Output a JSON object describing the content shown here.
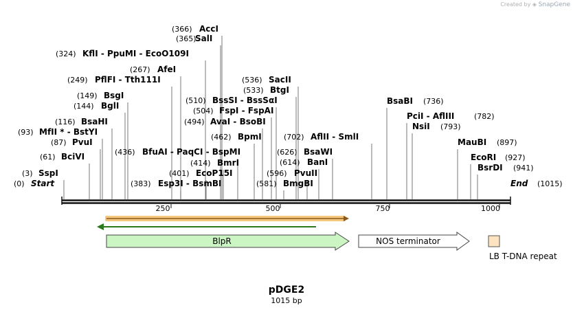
{
  "plasmid": {
    "name": "pDGE2",
    "size_label": "1015 bp"
  },
  "watermark": {
    "prefix": "Created by",
    "brand": "SnapGene"
  },
  "ends": {
    "start_pos": "(0)",
    "start_label": "Start",
    "end_label": "End",
    "end_pos": "(1015)"
  },
  "ticks": [
    "250",
    "500",
    "750",
    "1000"
  ],
  "sites": [
    {
      "pos": "(3)",
      "name": "SspI"
    },
    {
      "pos": "(61)",
      "name": "BciVI"
    },
    {
      "pos": "(87)",
      "name": "PvuI"
    },
    {
      "pos": "(93)",
      "name": "MfII * - BstYI"
    },
    {
      "pos": "(116)",
      "name": "BsaHI"
    },
    {
      "pos": "(144)",
      "name": "BglI"
    },
    {
      "pos": "(149)",
      "name": "BsgI"
    },
    {
      "pos": "(249)",
      "name": "PflFI  - Tth111I"
    },
    {
      "pos": "(267)",
      "name": "AfeI"
    },
    {
      "pos": "(324)",
      "name": "KflI  - PpuMI  - EcoO109I"
    },
    {
      "pos": "(365)",
      "name": "SalI"
    },
    {
      "pos": "(366)",
      "name": "AccI"
    },
    {
      "pos": "(383)",
      "name": "Esp3I  - BsmBI"
    },
    {
      "pos": "(401)",
      "name": "EcoP15I"
    },
    {
      "pos": "(414)",
      "name": "BmrI"
    },
    {
      "pos": "(436)",
      "name": "BfuAI  - PaqCI  - BspMI"
    },
    {
      "pos": "(462)",
      "name": "BpmI"
    },
    {
      "pos": "(494)",
      "name": "AvaI  - BsoBI"
    },
    {
      "pos": "(504)",
      "name": "FspI  - FspAI"
    },
    {
      "pos": "(510)",
      "name": "BssSI  - BssSαI"
    },
    {
      "pos": "(533)",
      "name": "BtgI"
    },
    {
      "pos": "(536)",
      "name": "SacII"
    },
    {
      "pos": "(581)",
      "name": "BmgBI"
    },
    {
      "pos": "(596)",
      "name": "PvuII"
    },
    {
      "pos": "(614)",
      "name": "BanI"
    },
    {
      "pos": "(626)",
      "name": "BsaWI"
    },
    {
      "pos": "(702)",
      "name": "AflII  - SmlI"
    },
    {
      "pos": "(736)",
      "name": "BsaBI"
    },
    {
      "pos": "(782)",
      "name": "PciI  - AflIII"
    },
    {
      "pos": "(793)",
      "name": "NsiI"
    },
    {
      "pos": "(897)",
      "name": "MauBI"
    },
    {
      "pos": "(927)",
      "name": "EcoRI"
    },
    {
      "pos": "(941)",
      "name": "BsrDI"
    }
  ],
  "features": {
    "blpr": "BlpR",
    "nos": "NOS terminator",
    "lb": "LB T-DNA repeat"
  },
  "colors": {
    "backbone": "#111111",
    "orf_fill": "#f5c77e",
    "orf_border": "#8a5a1c",
    "green_arrow": "#2d7a1e",
    "blpr_fill": "#ccf5c4",
    "lb_fill": "#fde3c0",
    "site_line": "#555555"
  }
}
